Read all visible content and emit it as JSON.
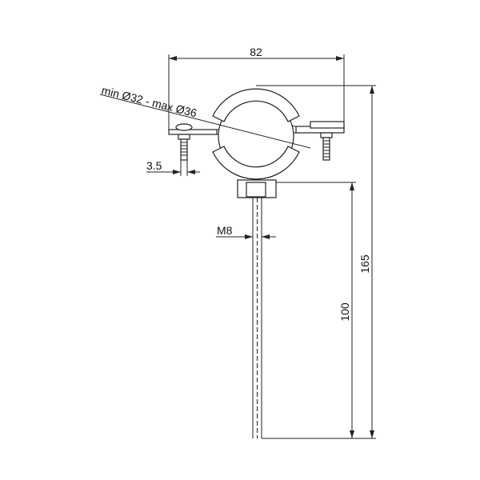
{
  "dimensions": {
    "width": "82",
    "diameter": "min Ø32 - max Ø36",
    "bolt_offset": "3.5",
    "thread": "M8",
    "rod_length": "100",
    "total_height": "165"
  }
}
